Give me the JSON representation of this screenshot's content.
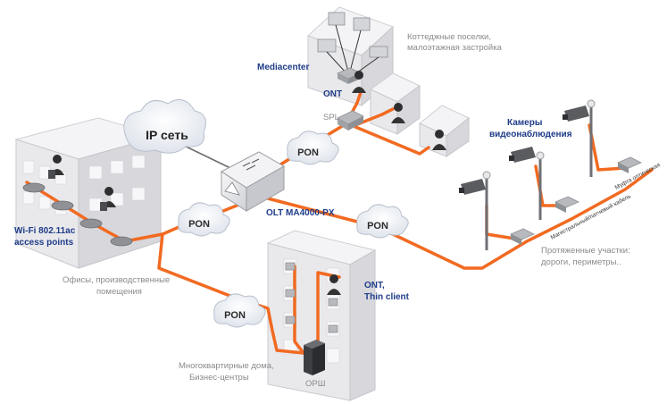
{
  "labels": {
    "mediacenter": "Mediacenter",
    "ont_top": "ONT",
    "cottages_line1": "Коттеджные поселки,",
    "cottages_line2": "малоэтажная застройка",
    "spl": "SPL",
    "ip_network": "IP сеть",
    "olt": "OLT MA4000-PX",
    "wifi_line1": "Wi-Fi 802.11ac",
    "wifi_line2": "access points",
    "offices_line1": "Офисы, производственные",
    "offices_line2": "помещения",
    "cameras_line1": "Камеры",
    "cameras_line2": "видеонаблюдения",
    "extended_line1": "Протяженные участки:",
    "extended_line2": "дороги, периметры..",
    "cable_label": "Магистральный/патчевый кабель",
    "splice_label": "Муфта оптическая",
    "ont_thin_line1": "ONT,",
    "ont_thin_line2": "Thin client",
    "apartments_line1": "Многоквартирные дома,",
    "apartments_line2": "Бизнес-центры",
    "orsh": "ОРШ"
  },
  "clouds": {
    "pon_top": "PON",
    "pon_left": "PON",
    "pon_right": "PON",
    "pon_bottom": "PON"
  },
  "colors": {
    "fiber": "#f26a21",
    "label_blue": "#1f3c88",
    "label_gray": "#8a8a8a"
  }
}
